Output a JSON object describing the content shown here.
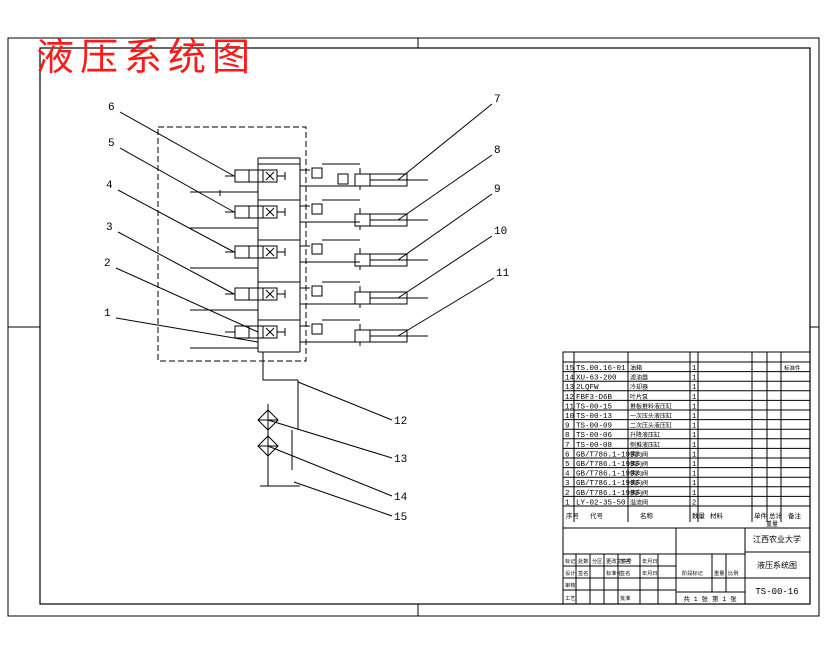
{
  "title": "液压系统图",
  "colors": {
    "title_red": "#ff1a1a",
    "line": "#000000"
  },
  "callouts": [
    "1",
    "2",
    "3",
    "4",
    "5",
    "6",
    "7",
    "8",
    "9",
    "10",
    "11",
    "12",
    "13",
    "14",
    "15"
  ],
  "bom_rows": [
    {
      "no": "15",
      "code": "TS.00.16-01",
      "name": "油箱",
      "qty": "1"
    },
    {
      "no": "14",
      "code": "XU-63-200",
      "name": "滤油器",
      "qty": "1"
    },
    {
      "no": "13",
      "code": "2LQFW",
      "name": "冷却器",
      "qty": "1"
    },
    {
      "no": "12",
      "code": "FBF3-D6B",
      "name": "叶片泵",
      "qty": "1"
    },
    {
      "no": "11",
      "code": "TS-00-15",
      "name": "推板推料液压缸",
      "qty": "1"
    },
    {
      "no": "10",
      "code": "TS-00-13",
      "name": "一次压头液压缸",
      "qty": "1"
    },
    {
      "no": "9",
      "code": "TS-00-09",
      "name": "二次压头液压缸",
      "qty": "1"
    },
    {
      "no": "8",
      "code": "TS-00-06",
      "name": "升降液压缸",
      "qty": "1"
    },
    {
      "no": "7",
      "code": "TS-00-08",
      "name": "侧推液压缸",
      "qty": "1"
    },
    {
      "no": "6",
      "code": "GB/T786.1-1993",
      "name": "换向阀",
      "qty": "1"
    },
    {
      "no": "5",
      "code": "GB/T786.1-1993",
      "name": "换向阀",
      "qty": "1"
    },
    {
      "no": "4",
      "code": "GB/T786.1-1993",
      "name": "换向阀",
      "qty": "1"
    },
    {
      "no": "3",
      "code": "GB/T786.1-1993",
      "name": "换向阀",
      "qty": "1"
    },
    {
      "no": "2",
      "code": "GB/T786.1-1993",
      "name": "换向阀",
      "qty": "1"
    },
    {
      "no": "1",
      "code": "LY-02-35-50",
      "name": "溢流阀",
      "qty": "2"
    }
  ],
  "bom_header": [
    "序号",
    "代号",
    "名称",
    "数量",
    "材料",
    "单件",
    "总计",
    "备注"
  ],
  "bom_header_extra": "重量",
  "top_right_cell": "标准件",
  "titleblock": {
    "school": "江西农业大学",
    "drawing_name": "液压系统图",
    "drawing_no": "TS-00-16",
    "sheet_info": "共 1 张 第 1 张",
    "row_labels": [
      "标记",
      "处数",
      "分区",
      "更改文件号",
      "签名",
      "年月日"
    ],
    "row2_labels": [
      "设计",
      "签名",
      "标准化",
      "签名",
      "年月日"
    ],
    "stage_label": "阶段标记",
    "weight_label": "重量",
    "scale_label": "比例",
    "check_label": "审核",
    "craft_label": "工艺",
    "approve_label": "批准"
  }
}
